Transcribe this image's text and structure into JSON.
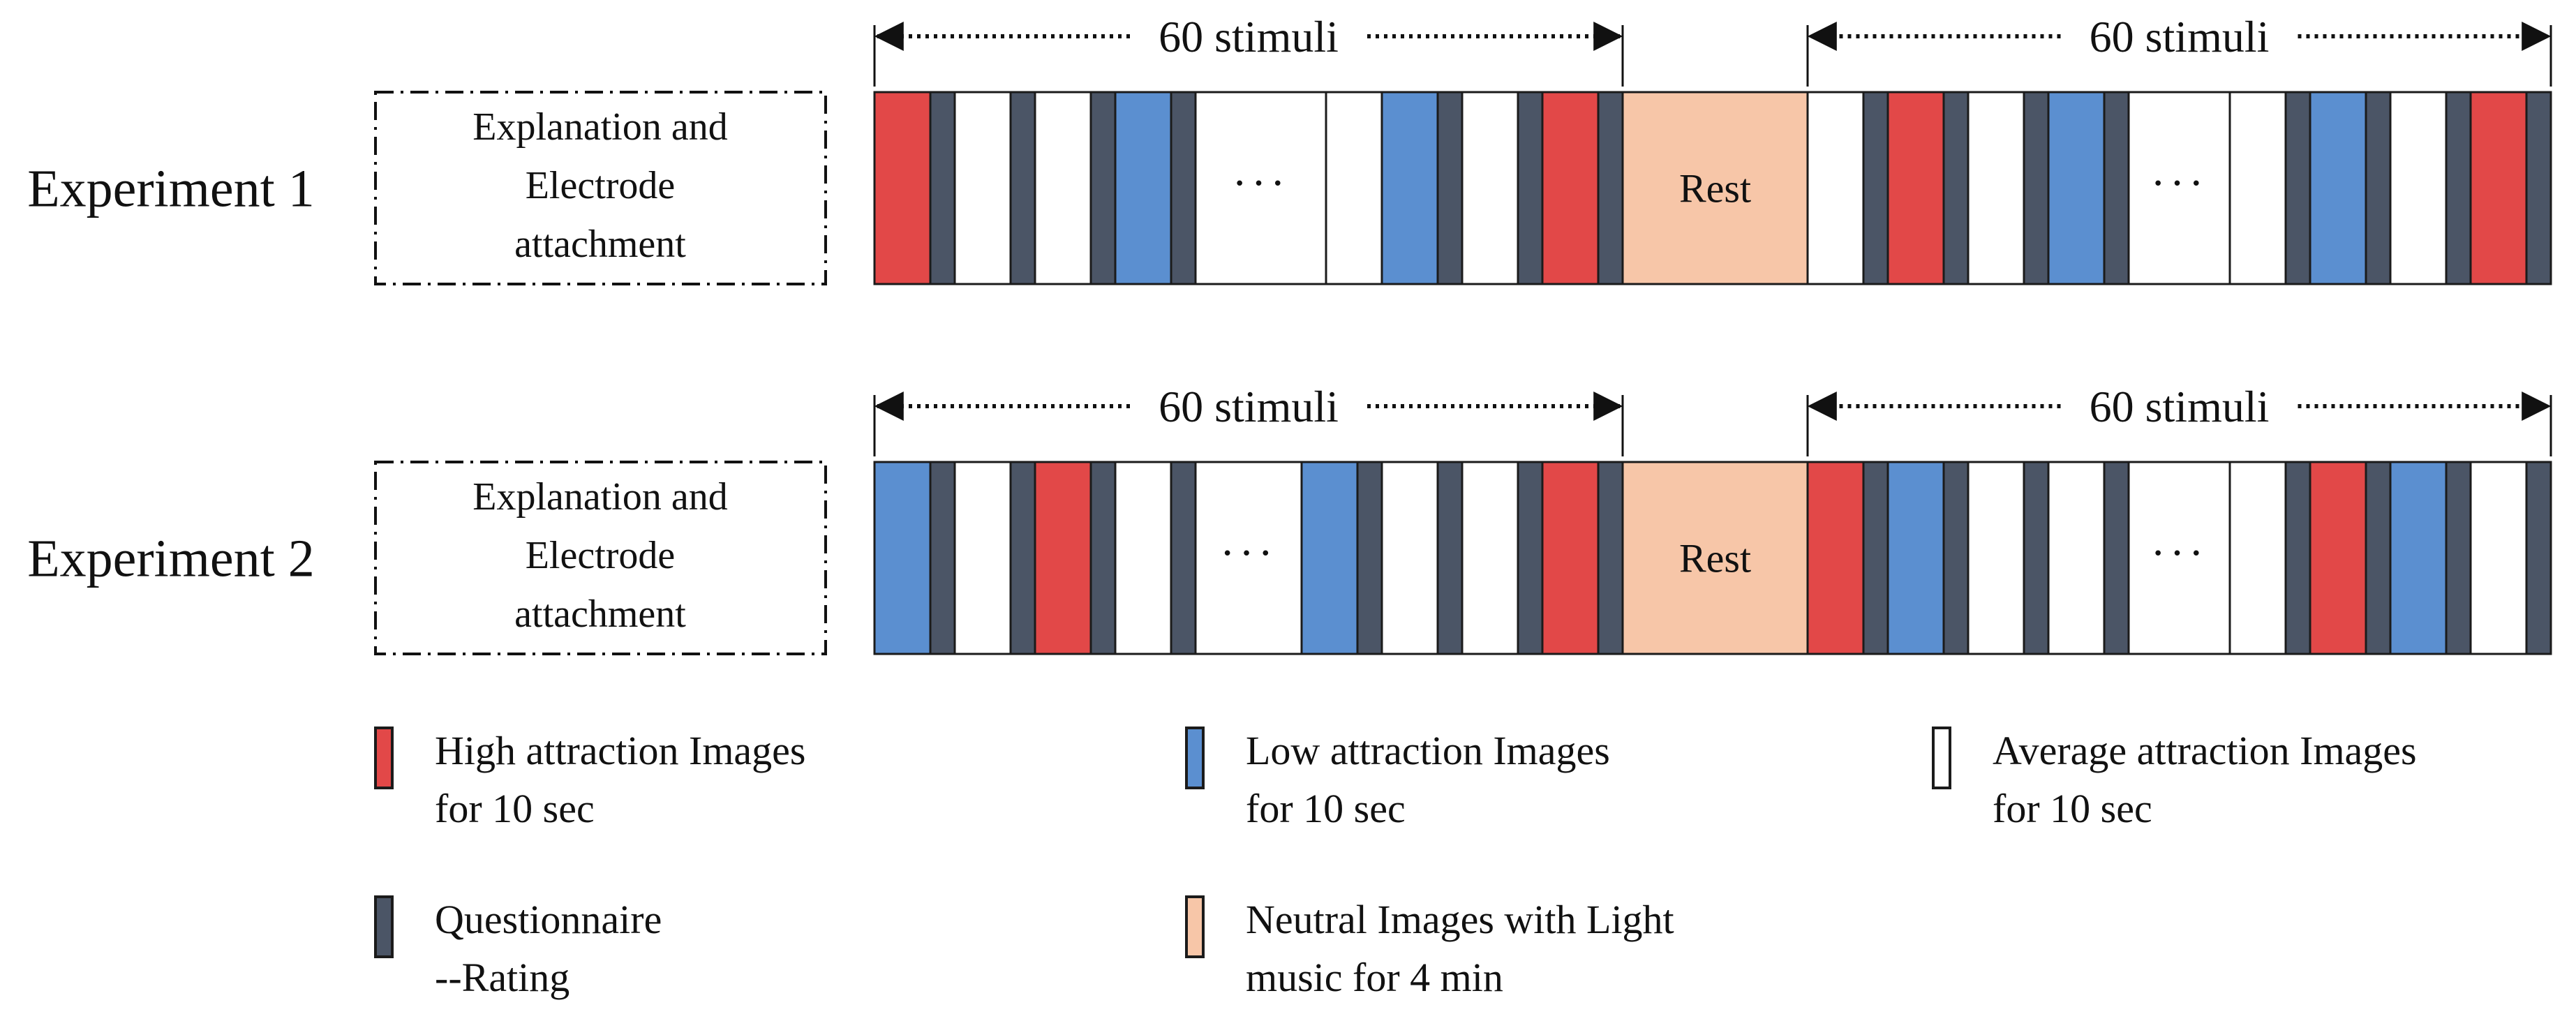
{
  "colors": {
    "high": "#e24848",
    "low": "#5b8fd0",
    "average": "#ffffff",
    "questionnaire": "#4b5566",
    "rest": "#f7c6a8",
    "outline": "#1b1b1b"
  },
  "experiments": [
    {
      "label": "Experiment 1",
      "prep_box_lines": [
        "Explanation and",
        "Electrode",
        "attachment"
      ],
      "span_labels": [
        "60 stimuli",
        "60 stimuli"
      ],
      "rest_label": "Rest",
      "ellipsis": "···",
      "block1_start": [
        "high",
        "q",
        "avg",
        "q",
        "avg",
        "q",
        "low",
        "q"
      ],
      "block1_end": [
        "avg",
        "low",
        "q",
        "avg",
        "q",
        "high",
        "q"
      ],
      "block2_start": [
        "avg",
        "q",
        "high",
        "q",
        "avg",
        "q",
        "low",
        "q"
      ],
      "block2_end": [
        "avg",
        "q",
        "low",
        "q",
        "avg",
        "q",
        "high",
        "q"
      ]
    },
    {
      "label": "Experiment 2",
      "prep_box_lines": [
        "Explanation and",
        "Electrode",
        "attachment"
      ],
      "span_labels": [
        "60 stimuli",
        "60 stimuli"
      ],
      "rest_label": "Rest",
      "ellipsis": "···",
      "block1_start": [
        "low",
        "q",
        "avg",
        "q",
        "high",
        "q",
        "avg",
        "q"
      ],
      "block1_end": [
        "low",
        "q",
        "avg",
        "q",
        "avg",
        "q",
        "high",
        "q"
      ],
      "block2_start": [
        "high",
        "q",
        "low",
        "q",
        "avg",
        "q",
        "avg",
        "q"
      ],
      "block2_end": [
        "avg",
        "q",
        "high",
        "q",
        "low",
        "q",
        "avg",
        "q"
      ]
    }
  ],
  "legend": [
    {
      "key": "high",
      "line1": "High attraction Images",
      "line2": "for 10 sec"
    },
    {
      "key": "low",
      "line1": "Low attraction Images",
      "line2": "for 10 sec"
    },
    {
      "key": "average",
      "line1": "Average  attraction Images",
      "line2": "for 10 sec"
    },
    {
      "key": "questionnaire",
      "line1": "Questionnaire",
      "line2": "--Rating"
    },
    {
      "key": "rest",
      "line1": "Neutral Images  with Light",
      "line2": "music for 4 min"
    }
  ]
}
